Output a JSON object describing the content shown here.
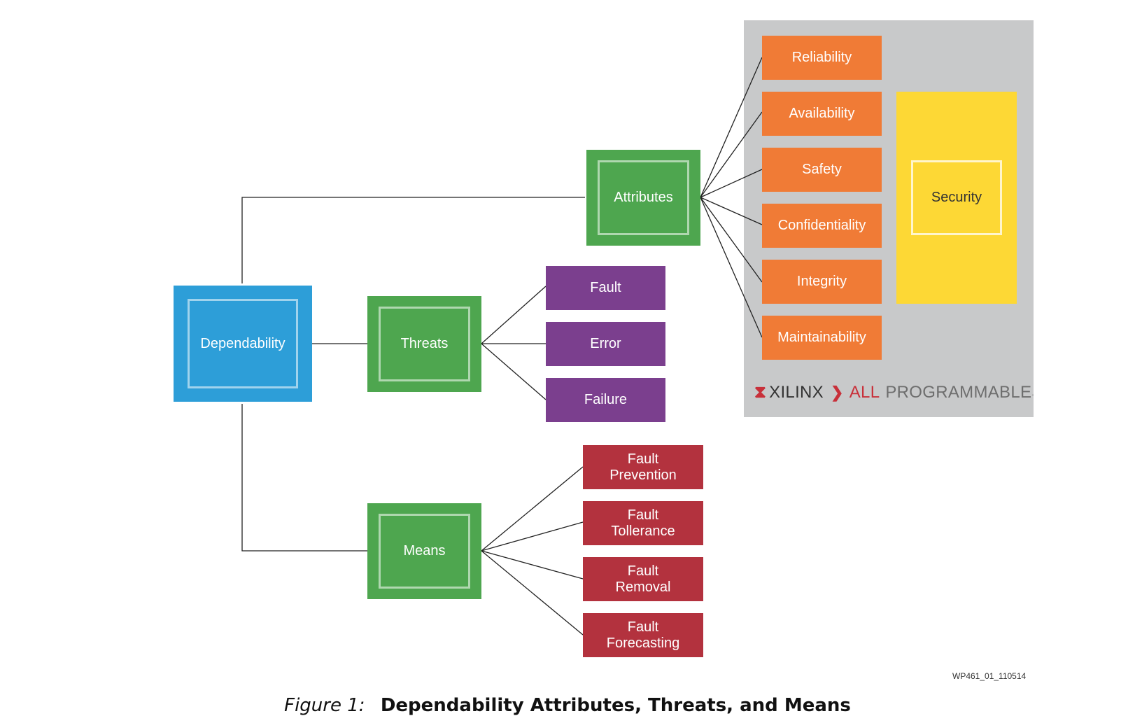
{
  "root": {
    "label": "Dependability",
    "color": "#2d9ed8"
  },
  "categories": [
    {
      "label": "Attributes",
      "color": "#4ea64f"
    },
    {
      "label": "Threats",
      "color": "#4ea64f"
    },
    {
      "label": "Means",
      "color": "#4ea64f"
    }
  ],
  "attributes": [
    "Reliability",
    "Availability",
    "Safety",
    "Confidentiality",
    "Integrity",
    "Maintainability"
  ],
  "security": {
    "label": "Security"
  },
  "threats": [
    "Fault",
    "Error",
    "Failure"
  ],
  "means": [
    "Fault Prevention",
    "Fault Tollerance",
    "Fault Removal",
    "Fault Forecasting"
  ],
  "logo": {
    "brand": "XILINX",
    "all": "ALL",
    "programmable": "PROGRAMMABLE",
    "tm": "."
  },
  "figure_id": "WP461_01_110514",
  "caption": {
    "figure": "Figure 1:",
    "title": "Dependability Attributes, Threats, and Means"
  },
  "colors": {
    "attribute": "#f07b36",
    "security": "#fdd835",
    "threat": "#7b3f8e",
    "mean": "#b3323e",
    "panel": "#c8c9ca"
  }
}
